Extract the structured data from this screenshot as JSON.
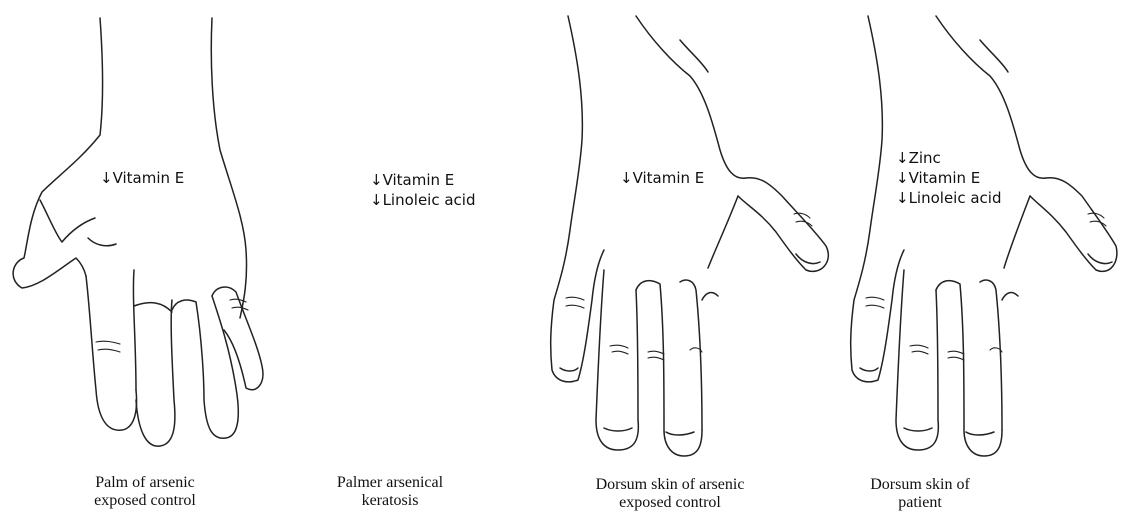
{
  "panels": [
    {
      "markers": [
        "↓Vitamin E"
      ],
      "caption": [
        "Palm of arsenic",
        "exposed control"
      ]
    },
    {
      "markers": [
        "↓Vitamin E",
        "↓Linoleic acid"
      ],
      "caption": [
        "Palmer arsenical",
        "keratosis"
      ]
    },
    {
      "markers": [
        "↓Vitamin E"
      ],
      "caption": [
        "Dorsum skin of arsenic",
        "exposed control"
      ]
    },
    {
      "markers": [
        "↓Zinc",
        "↓Vitamin E",
        "↓Linoleic acid"
      ],
      "caption": [
        "Dorsum skin of",
        "patient"
      ]
    }
  ]
}
